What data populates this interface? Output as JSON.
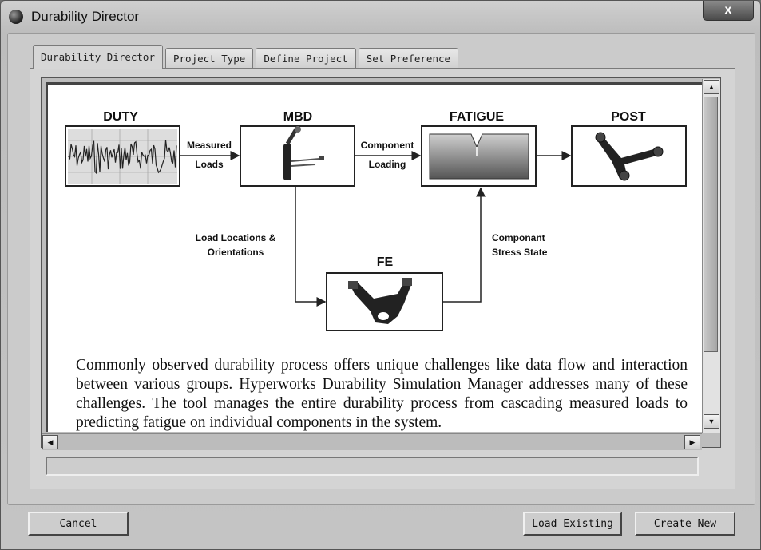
{
  "window": {
    "title": "Durability Director",
    "close_label": "x"
  },
  "tabs": [
    {
      "label": "Durability Director",
      "active": true
    },
    {
      "label": "Project Type",
      "active": false
    },
    {
      "label": "Define Project",
      "active": false
    },
    {
      "label": "Set Preference",
      "active": false
    }
  ],
  "diagram": {
    "boxes": {
      "duty": "DUTY",
      "mbd": "MBD",
      "fatigue": "FATIGUE",
      "post": "POST",
      "fe": "FE"
    },
    "labels": {
      "measured_line1": "Measured",
      "measured_line2": "Loads",
      "component_line1": "Component",
      "component_line2": "Loading",
      "load_loc_line1": "Load Locations &",
      "load_loc_line2": "Orientations",
      "stress_line1": "Componant",
      "stress_line2": "Stress State"
    }
  },
  "description": "Commonly observed durability process offers unique challenges like data flow and interaction between various groups. Hyperworks Durability Simulation Manager addresses many of these challenges. The tool manages the entire durability process from cascading measured loads to predicting fatigue on individual components in the system.",
  "buttons": {
    "cancel": "Cancel",
    "load_existing": "Load Existing",
    "create_new": "Create New"
  },
  "scroll_glyphs": {
    "up": "▲",
    "down": "▼",
    "left": "◀",
    "right": "▶"
  }
}
